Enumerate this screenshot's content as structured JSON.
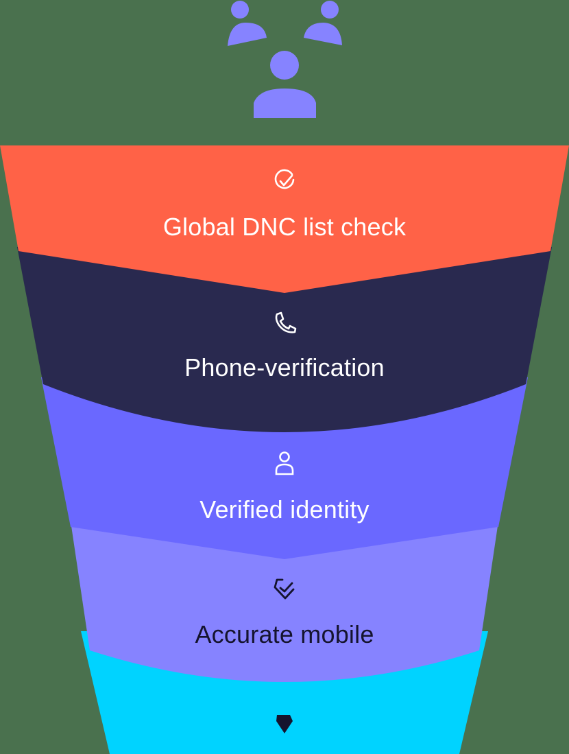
{
  "header": {
    "icon": "people-group-icon",
    "color": "#8683ff"
  },
  "stages": [
    {
      "label": "Global DNC list check",
      "icon": "check-circle-icon",
      "fill": "#ff6247",
      "text_color": "#ffffff"
    },
    {
      "label": "Phone-verification",
      "icon": "phone-icon",
      "fill": "#29294f",
      "text_color": "#ffffff"
    },
    {
      "label": "Verified identity",
      "icon": "user-icon",
      "fill": "#6a68ff",
      "text_color": "#ffffff"
    },
    {
      "label": "Accurate mobile",
      "icon": "badge-check-icon",
      "fill": "#8683ff",
      "text_color": "#15142e"
    },
    {
      "label": "",
      "icon": "gem-icon",
      "fill": "#00d3ff",
      "text_color": "#15142e"
    }
  ],
  "background": "#4a714e"
}
